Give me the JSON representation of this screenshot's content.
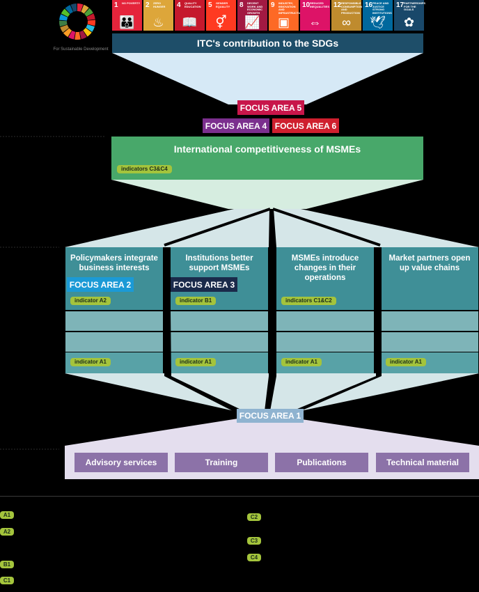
{
  "sdg_logo": {
    "caption": "For Sustainable Development"
  },
  "sdg_tiles": [
    {
      "num": "1",
      "label": "No poverty",
      "color": "#e5243b",
      "icon": "people-icon",
      "glyph": "👪"
    },
    {
      "num": "2",
      "label": "Zero hunger",
      "color": "#dda63a",
      "icon": "bowl-icon",
      "glyph": "♨"
    },
    {
      "num": "4",
      "label": "Quality education",
      "color": "#c5192d",
      "icon": "book-icon",
      "glyph": "📖"
    },
    {
      "num": "5",
      "label": "Gender equality",
      "color": "#ff3a21",
      "icon": "gender-icon",
      "glyph": "⚥"
    },
    {
      "num": "8",
      "label": "Decent work and economic growth",
      "color": "#a21942",
      "icon": "growth-chart-icon",
      "glyph": "📈"
    },
    {
      "num": "9",
      "label": "Industry, innovation and infrastructure",
      "color": "#fd6925",
      "icon": "cubes-icon",
      "glyph": "▣"
    },
    {
      "num": "10",
      "label": "Reduced inequalities",
      "color": "#dd1367",
      "icon": "equality-icon",
      "glyph": "⇔"
    },
    {
      "num": "12",
      "label": "Responsible consumption and production",
      "color": "#bf8b2e",
      "icon": "infinity-icon",
      "glyph": "∞"
    },
    {
      "num": "16",
      "label": "Peace and justice strong institutions",
      "color": "#00689d",
      "icon": "dove-icon",
      "glyph": "🕊"
    },
    {
      "num": "17",
      "label": "Partnerships for the goals",
      "color": "#19486a",
      "icon": "flower-icon",
      "glyph": "✿"
    }
  ],
  "itc_title": "ITC's contribution to the SDGs",
  "focus_areas": {
    "fa5": {
      "label": "FOCUS AREA 5",
      "color": "#c8164a"
    },
    "fa4": {
      "label": "FOCUS AREA 4",
      "color": "#7b2f8e"
    },
    "fa6": {
      "label": "FOCUS AREA 6",
      "color": "#cf1f2e"
    },
    "fa2": {
      "label": "FOCUS AREA 2",
      "color": "#1b9ad6"
    },
    "fa3": {
      "label": "FOCUS AREA 3",
      "color": "#1a2a4a"
    },
    "fa1": {
      "label": "FOCUS AREA 1",
      "color": "#8fb3d0"
    }
  },
  "competitiveness": {
    "title": "International competitiveness of MSMEs",
    "indicator": "indicators C3&C4"
  },
  "columns": [
    {
      "title": "Policymakers integrate business interests",
      "indicator_top": "indicator A2",
      "indicator_bottom": "indicator A1"
    },
    {
      "title": "Institutions better support MSMEs",
      "indicator_top": "indicator B1",
      "indicator_bottom": "indicator A1"
    },
    {
      "title": "MSMEs introduce changes in their operations",
      "indicator_top": "indicators C1&C2",
      "indicator_bottom": "indicator A1"
    },
    {
      "title": "Market partners open up value chains",
      "indicator_top": "",
      "indicator_bottom": "indicator A1"
    }
  ],
  "services": [
    "Advisory services",
    "Training",
    "Publications",
    "Technical material"
  ],
  "legend": {
    "left": [
      "A1",
      "A2",
      "B1",
      "C1"
    ],
    "right": [
      "C2",
      "C3",
      "C4"
    ]
  }
}
